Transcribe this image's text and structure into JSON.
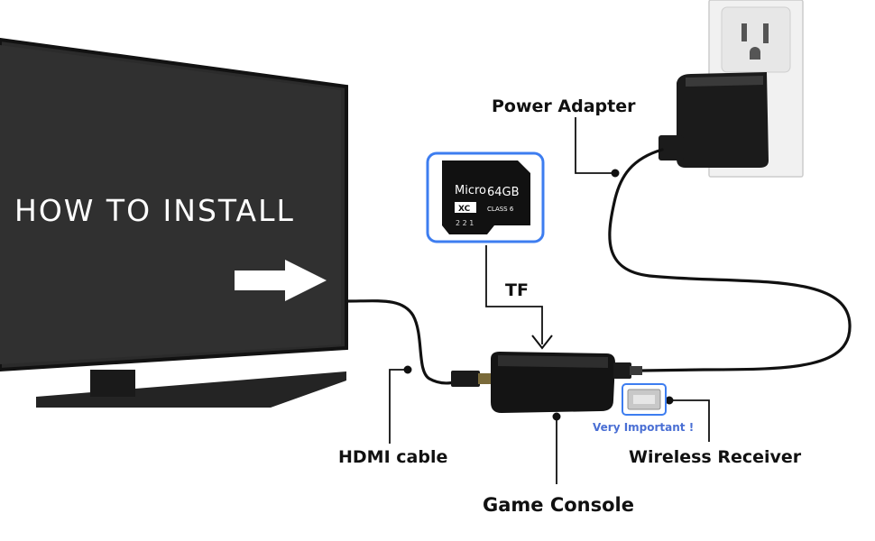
{
  "title": "HOW TO INSTALL",
  "labels": {
    "power_adapter": "Power Adapter",
    "tf": "TF",
    "hdmi_cable": "HDMI cable",
    "wireless_receiver": "Wireless Receiver",
    "very_important": "Very Important !",
    "game_console": "Game Console"
  },
  "tf_card": {
    "brand": "Micro",
    "capacity": "64GB",
    "type": "XC",
    "speed_class": "CLASS 6",
    "code": "2 2 1"
  },
  "colors": {
    "tv_screen": "#2b2b2b",
    "highlight_blue": "#3d7df0",
    "important_text": "#4a6fd4",
    "cable": "#111111"
  }
}
